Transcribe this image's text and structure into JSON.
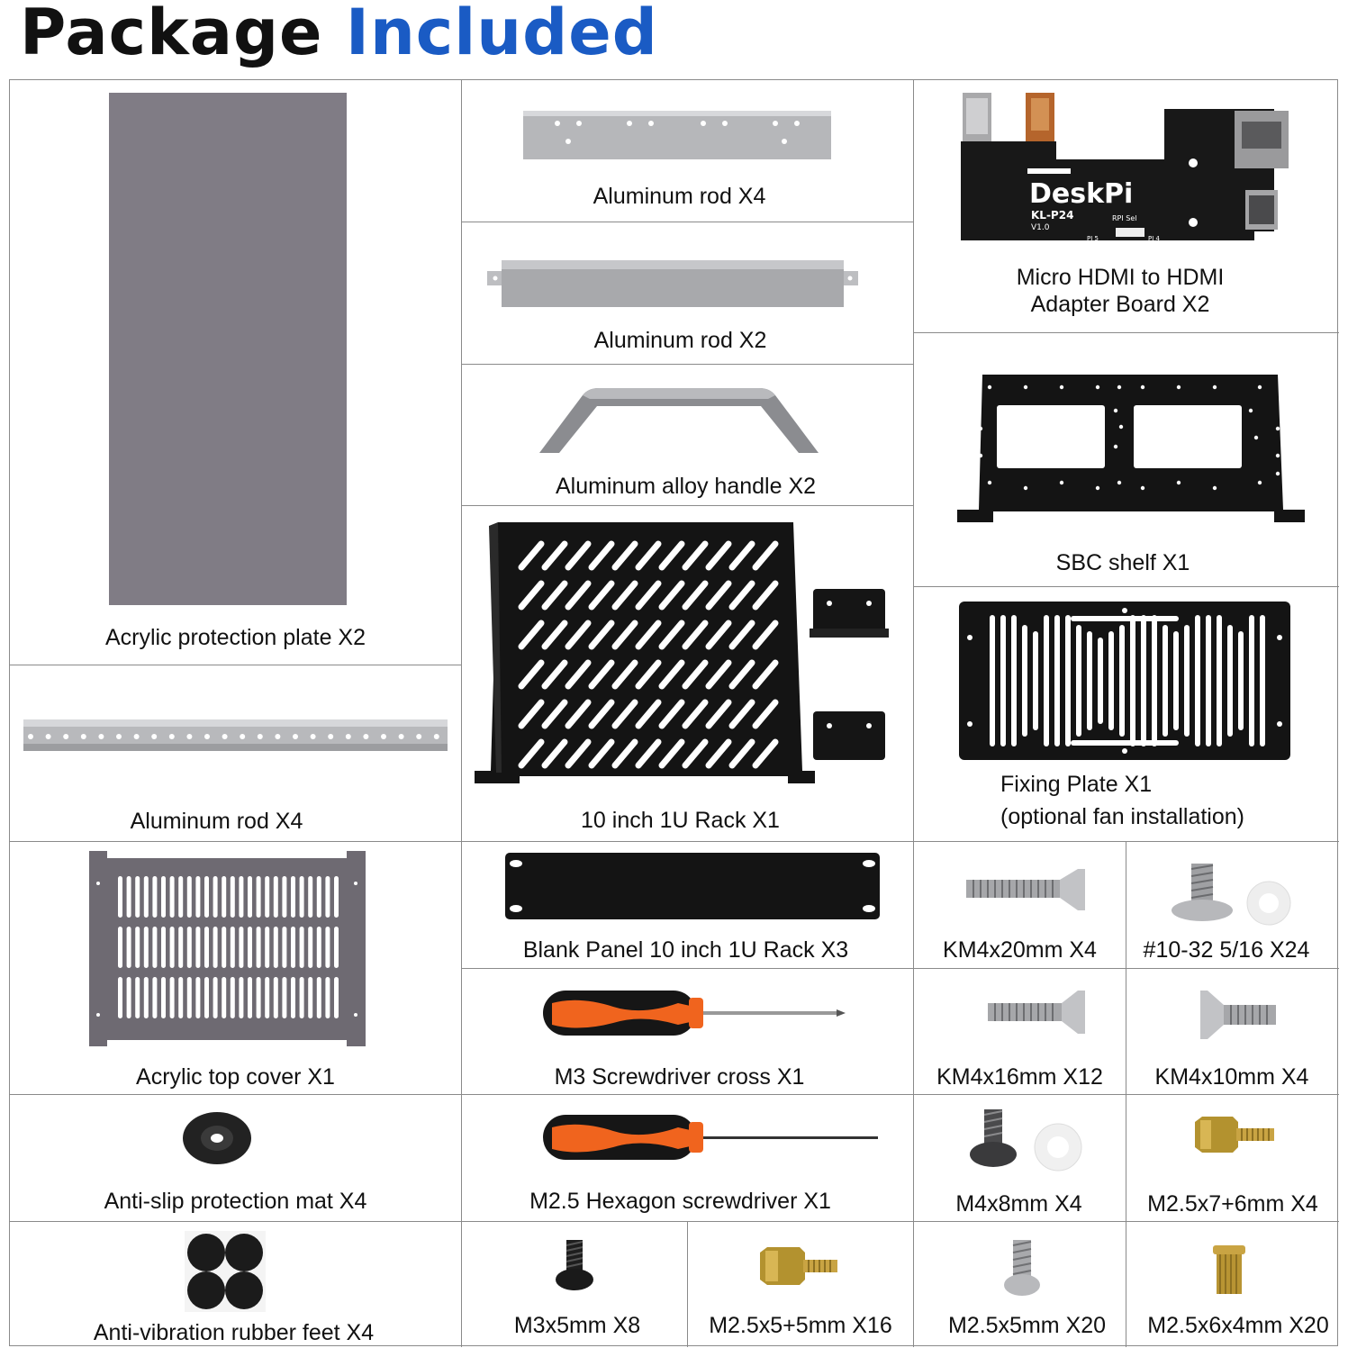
{
  "header": {
    "word1": "Package",
    "word2": "Included"
  },
  "items": {
    "acrylic_plate": "Acrylic protection plate X2",
    "rod_long": "Aluminum rod X4",
    "rod_top": "Aluminum rod X4",
    "rod_mid": "Aluminum rod X2",
    "handle": "Aluminum alloy handle X2",
    "rack": "10 inch 1U Rack X1",
    "hdmi_line1": "Micro HDMI to HDMI",
    "hdmi_line2": "Adapter Board  X2",
    "sbc": "SBC shelf X1",
    "fixing_line1": "Fixing Plate X1",
    "fixing_line2": "(optional fan installation)",
    "top_cover": "Acrylic top cover X1",
    "blank_panel": "Blank Panel 10 inch 1U Rack  X3",
    "km4x20": "KM4x20mm X4",
    "n10_32": "#10-32   5/16 X24",
    "screwdriver_cross": "M3 Screwdriver cross  X1",
    "km4x16": "KM4x16mm X12",
    "km4x10": "KM4x10mm X4",
    "antislip": "Anti-slip protection mat X4",
    "hex_screwdriver": "M2.5 Hexagon screwdriver  X1",
    "m4x8": "M4x8mm X4",
    "m25x7": "M2.5x7+6mm X4",
    "rubber_feet": "Anti-vibration rubber feet X4",
    "m3x5": "M3x5mm X8",
    "m25x5_5": "M2.5x5+5mm X16",
    "m25x5": "M2.5x5mm X20",
    "m25x6x4": "M2.5x6x4mm X20"
  },
  "board": {
    "brand": "DeskPi",
    "model": "KL-P24",
    "version": "V1.0",
    "sel": "RPI Sel",
    "pi5": "PI 5",
    "pi4": "PI 4"
  },
  "colors": {
    "accent": "#1a5bc4",
    "aluminum": "#b3b3b5",
    "acrylic": "#807c85",
    "black": "#151515",
    "orange": "#f0641e"
  }
}
